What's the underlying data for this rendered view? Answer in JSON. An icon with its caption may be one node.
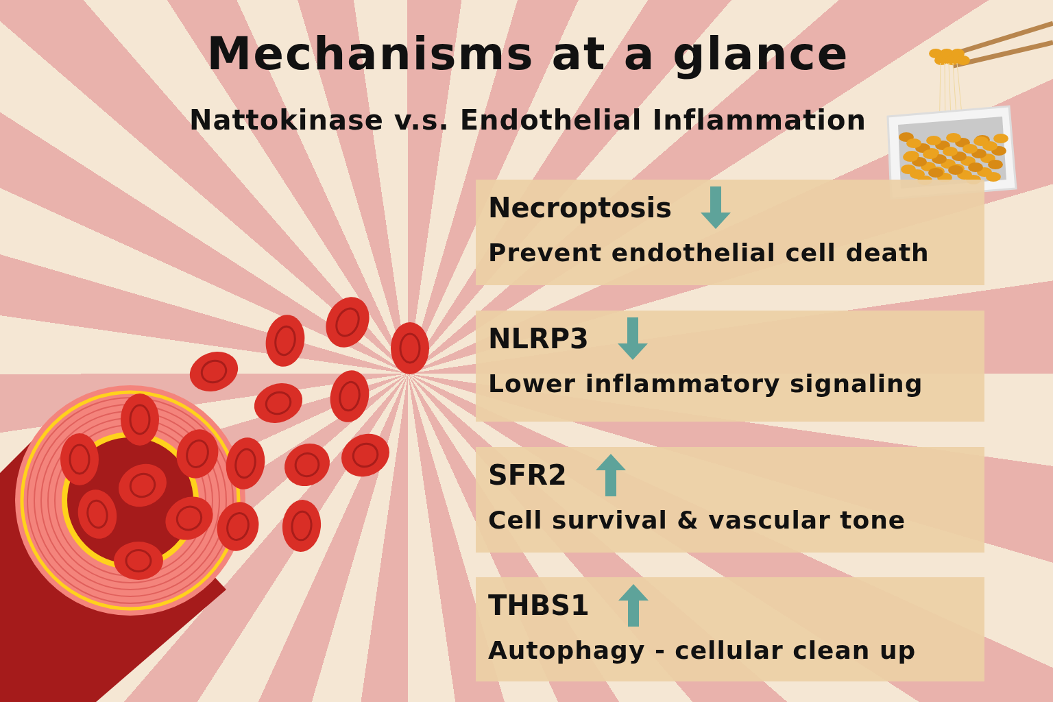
{
  "diagram": {
    "title": "Mechanisms at a glance",
    "nodes": [
      {
        "text": [
          "Necroptosis",
          "Prevent endothelial cell death"
        ]
      },
      {
        "text": [
          "NLRP3",
          "Lower inflammatory signaling"
        ]
      },
      {
        "text": [
          "SFR2",
          "Cell survival & vascular tone"
        ]
      },
      {
        "text": [
          "THBS1",
          "Autophagy - cellular clean up"
        ]
      }
    ],
    "labels": [
      "Nattokinase v.s. Endothelial Inflammation"
    ]
  }
}
